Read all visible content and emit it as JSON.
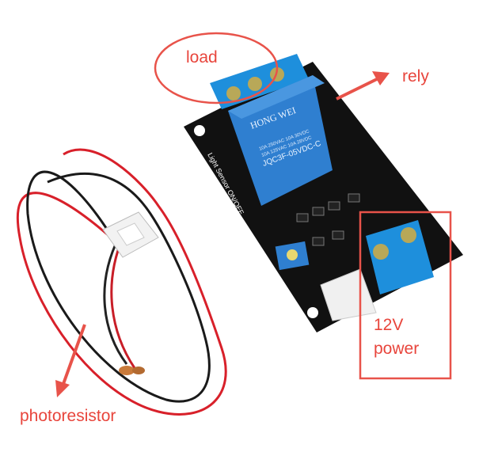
{
  "annotations": {
    "load": "load",
    "relay": "rely",
    "power_line1": "12V",
    "power_line2": "power",
    "photoresistor": "photoresistor"
  },
  "product_printing": {
    "relay_brand": "HONG WEI",
    "relay_rating1": "10A 250VAC 10A 30VDC",
    "relay_rating2": "10A 125VAC 10A 28VDC",
    "relay_model": "JQC3F-05VDC-C",
    "board_label": "Light Sensor ON/OFF"
  },
  "colors": {
    "annotation": "#e8453c",
    "board": "#111111",
    "relay": "#2f7fd0",
    "terminal": "#1e8fdc"
  }
}
